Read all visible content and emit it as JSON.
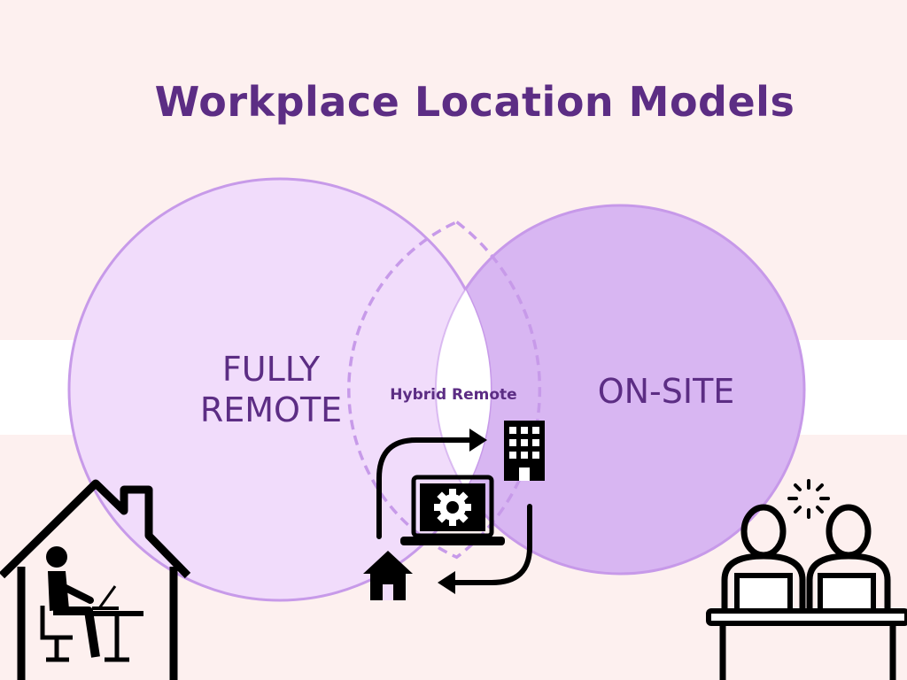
{
  "title": "Workplace Location Models",
  "sets": {
    "left": {
      "label_line1": "FULLY",
      "label_line2": "REMOTE"
    },
    "right": {
      "label": "ON-SITE"
    },
    "intersection": {
      "label": "Hybrid Remote"
    }
  },
  "colors": {
    "title": "#5c2d84",
    "left_fill": "#f1dcfb",
    "right_fill": "#d8b6f2",
    "circle_stroke": "#c79ae9",
    "intersection_fill": "#ffffff",
    "icon": "#000000"
  },
  "icons": {
    "left": "person-working-at-home-icon",
    "center": [
      "laptop-settings-icon",
      "office-building-icon",
      "home-icon",
      "cycle-arrows-icon"
    ],
    "right": "coworkers-at-desk-icon"
  }
}
